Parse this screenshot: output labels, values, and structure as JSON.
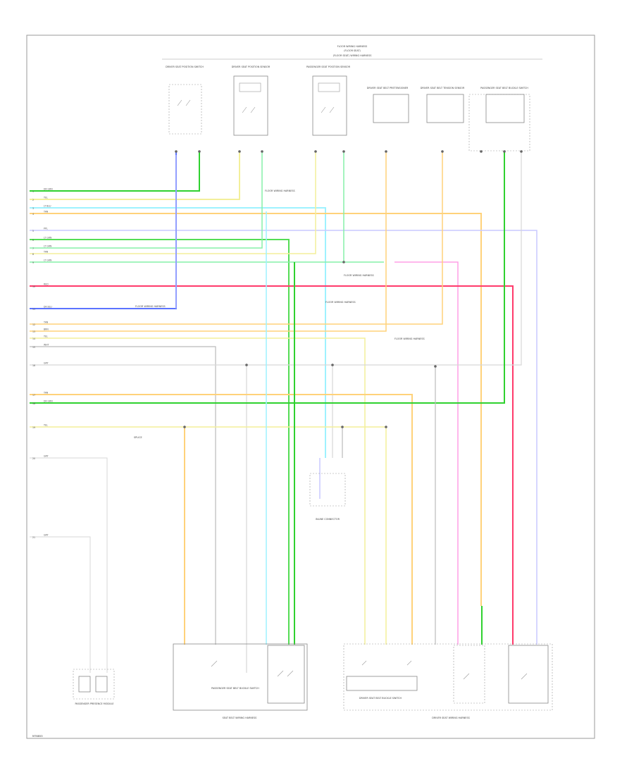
{
  "diagram": {
    "code": "M76853",
    "palette": {
      "dk_green": "#2fd12f",
      "yellow": "#f3ef9a",
      "lt_blue": "#9ef2ff",
      "tan": "#f3c98a",
      "orange_tan": "#ffd27a",
      "lt_green": "#86f0a8",
      "green": "#55dd55",
      "purple": "#c9c9ff",
      "blue": "#5b73ff",
      "red": "#ff3b6b",
      "pink": "#ff9fe6",
      "white_gray": "#d7d7d7",
      "gray": "#bbbbbb",
      "black": "#888888"
    }
  },
  "labels": {
    "header": [
      "FLOOR WIRING HARNESS",
      "(FLOOR SEAT)",
      "(FLOOR SEAT) WIRING HARNESS"
    ],
    "top_components": [
      "DRIVER SEAT POSITION SWITCH",
      "DRIVER SEAT POSITION SENSOR",
      "PASSENGER SEAT POSITION SENSOR",
      "DRIVER SEAT BELT PRETENSIONER",
      "DRIVER SEAT BELT TENSION SENSOR",
      "PASSENGER SEAT BELT BUCKLE SWITCH"
    ],
    "splice_1": "FLOOR WIRING HARNESS",
    "splice_2": "FLOOR WIRING HARNESS",
    "splice_3": "FLOOR WIRING HARNESS",
    "splice_4": "FLOOR WIRING HARNESS",
    "splice_5": "FLOOR WIRING HARNESS",
    "splice_6": "SPLICE",
    "inline_connector": "INLINE CONNECTOR",
    "bottom_left_module": "PASSENGER PRESENCE MODULE",
    "bottom_center_module": "PASSENGER SEAT BELT BUCKLE SWITCH",
    "bottom_right_module": "DRIVER SEAT BELT BUCKLE SWITCH",
    "bottom_center_caption": "SEAT BELT WIRING HARNESS",
    "bottom_right_caption": "DRIVER SEAT WIRING HARNESS",
    "page_code": "M76853"
  },
  "wires": {
    "left_rows": [
      {
        "num": "1",
        "color": "DK GRN"
      },
      {
        "num": "2",
        "color": "YEL"
      },
      {
        "num": "3",
        "color": "LT BLU"
      },
      {
        "num": "4",
        "color": "TAN"
      },
      {
        "num": "5",
        "color": "PPL"
      },
      {
        "num": "6",
        "color": "LT GRN"
      },
      {
        "num": "7",
        "color": "LT GRN"
      },
      {
        "num": "8",
        "color": "TAN"
      },
      {
        "num": "9",
        "color": "LT GRN"
      },
      {
        "num": "10",
        "color": "RED"
      },
      {
        "num": "11",
        "color": "DK BLU"
      },
      {
        "num": "12",
        "color": "TAN"
      },
      {
        "num": "13",
        "color": "BRN"
      },
      {
        "num": "14",
        "color": "YEL"
      },
      {
        "num": "15",
        "color": "WHT"
      },
      {
        "num": "16",
        "color": "GRY"
      },
      {
        "num": "17",
        "color": "TAN"
      },
      {
        "num": "18",
        "color": "DK GRN"
      },
      {
        "num": "19",
        "color": "YEL"
      },
      {
        "num": "20",
        "color": "GRY"
      },
      {
        "num": "21",
        "color": "GRY"
      }
    ]
  }
}
